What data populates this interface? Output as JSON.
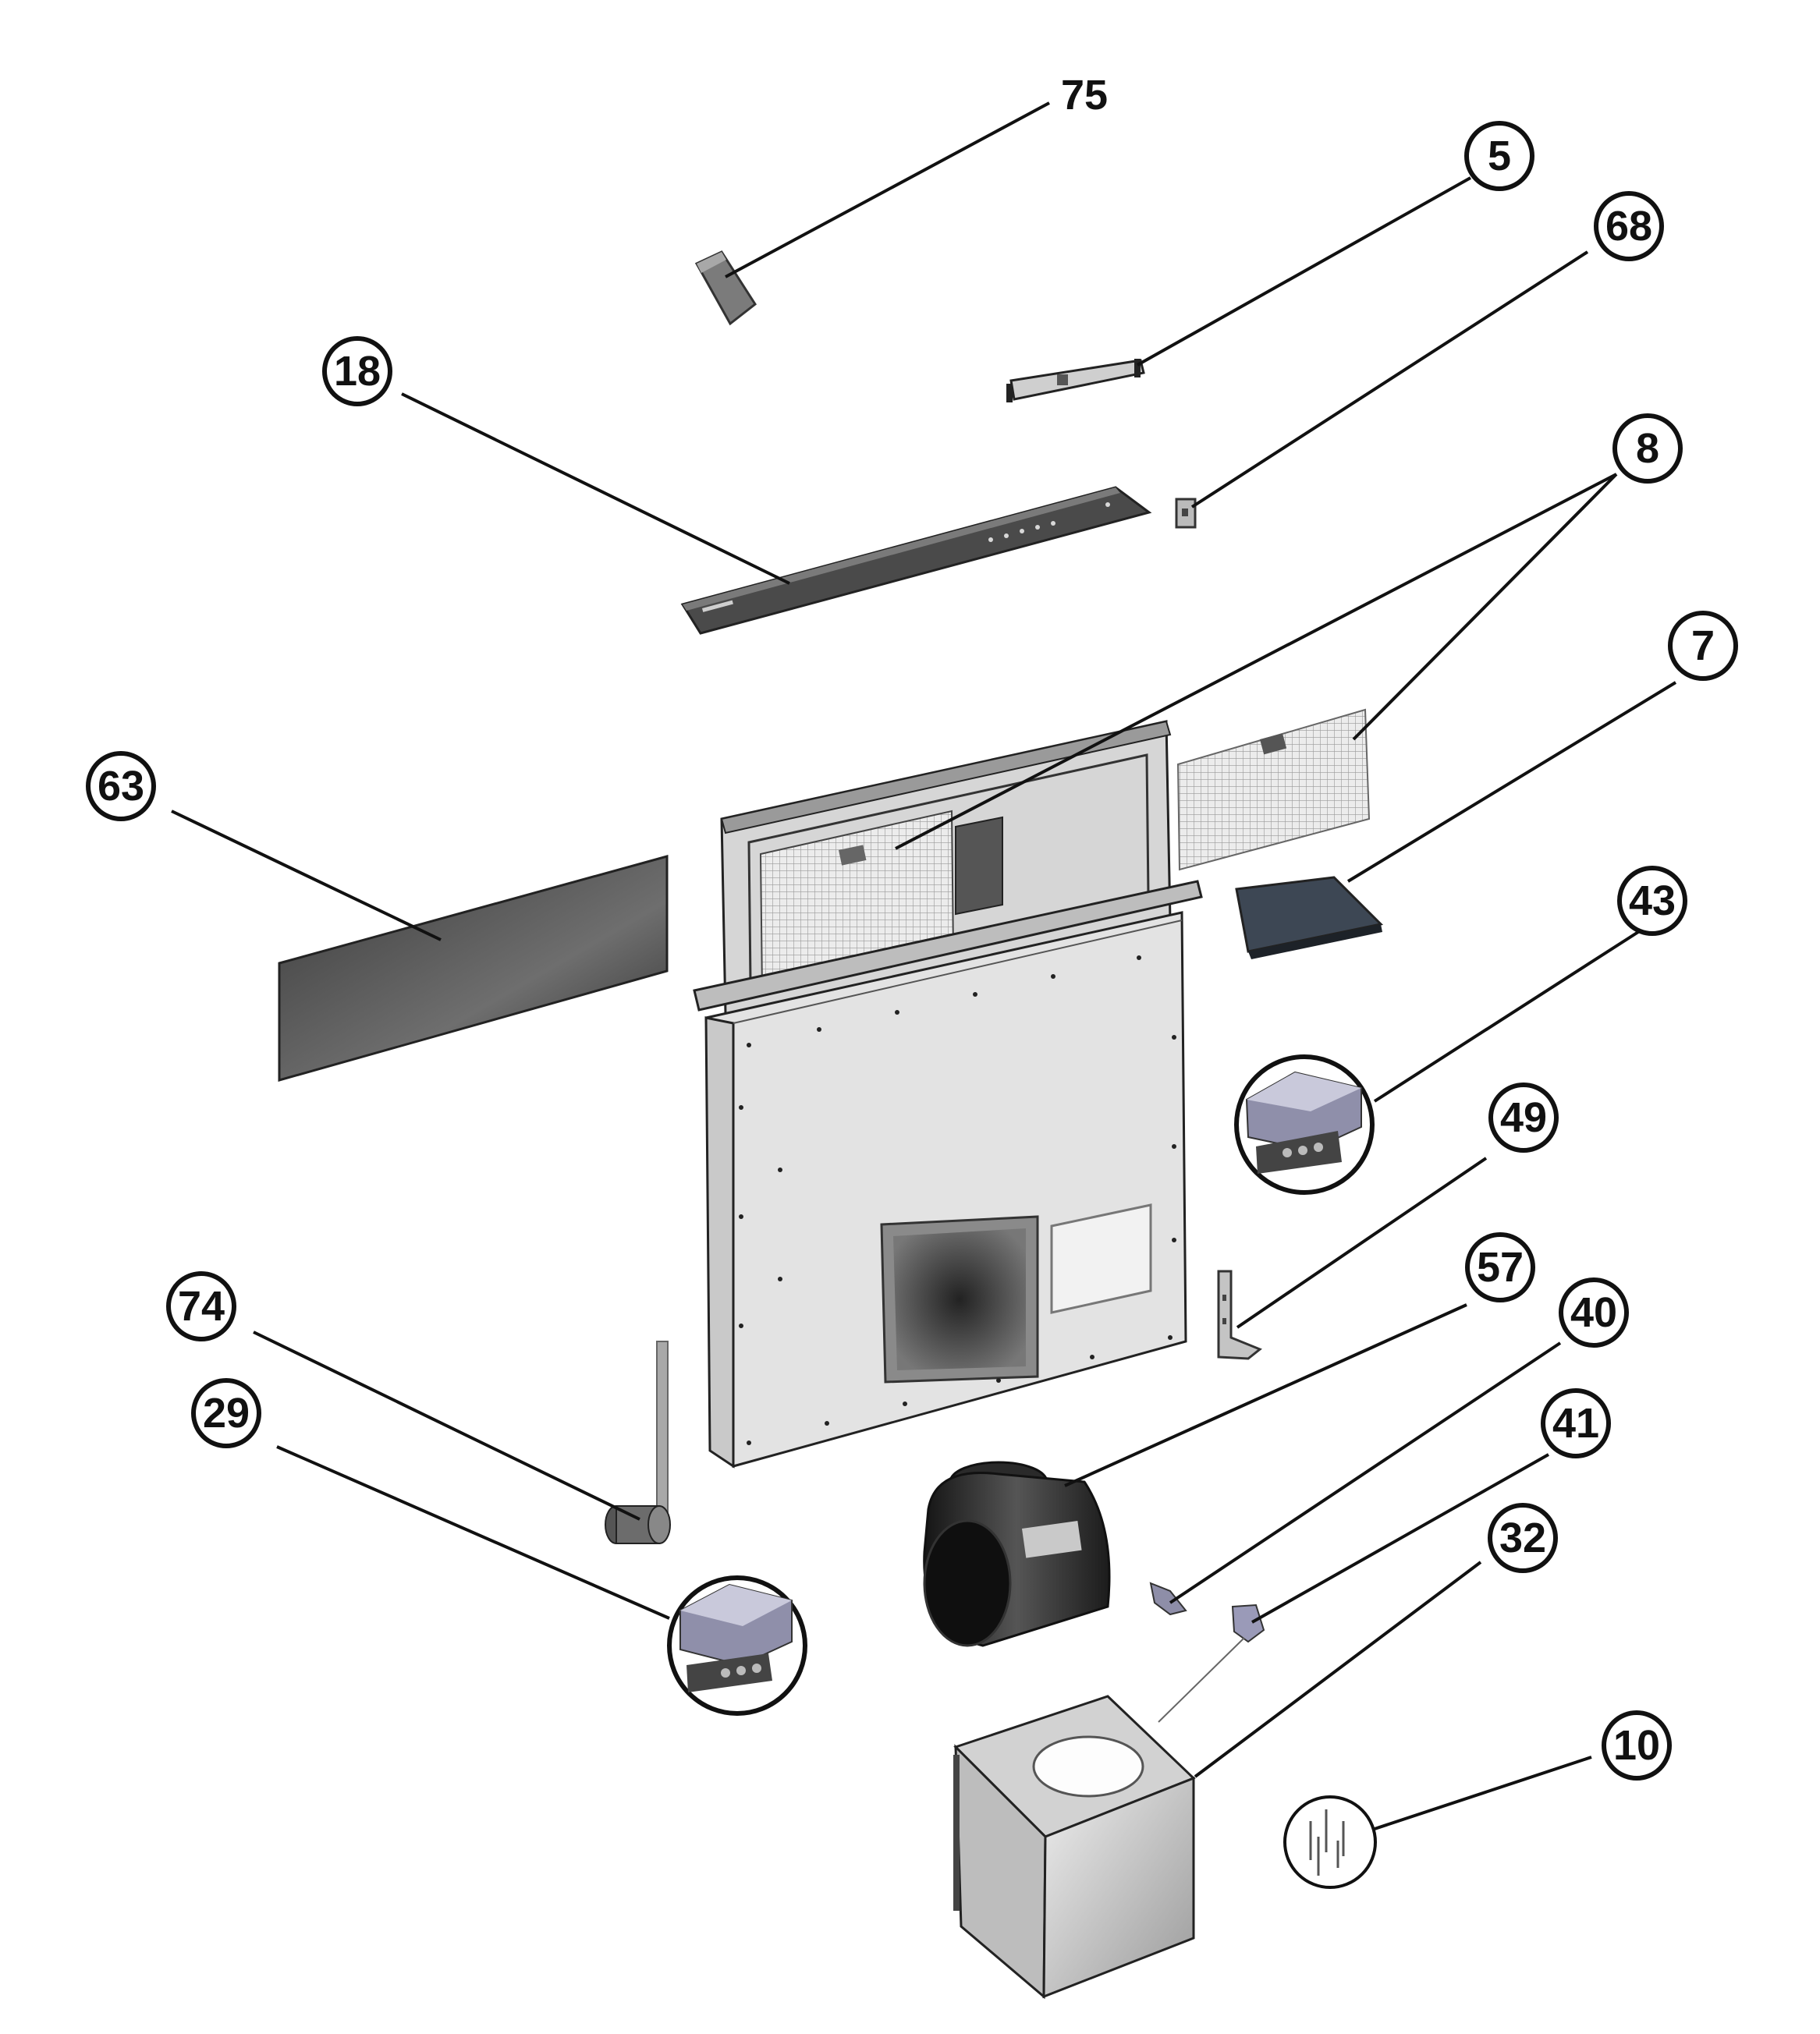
{
  "callouts": {
    "c75": "75",
    "c5": "5",
    "c68": "68",
    "c18": "18",
    "c8": "8",
    "c7": "7",
    "c63": "63",
    "c43": "43",
    "c49": "49",
    "c57": "57",
    "c40": "40",
    "c74": "74",
    "c41": "41",
    "c29": "29",
    "c32": "32",
    "c10": "10"
  }
}
